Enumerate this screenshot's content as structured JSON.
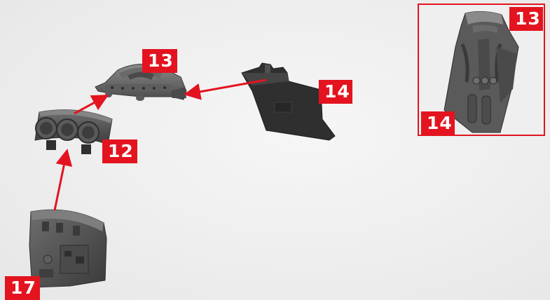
{
  "badges": {
    "part_13": "13",
    "part_14": "14",
    "part_12": "12",
    "part_17": "17",
    "inset_13": "13",
    "inset_14": "14"
  },
  "colors": {
    "badge": "#e3141f",
    "arrow": "#e3141f",
    "plastic_dark": "#3a3a3a",
    "plastic_mid": "#555555",
    "plastic_light": "#7a7a7a"
  }
}
